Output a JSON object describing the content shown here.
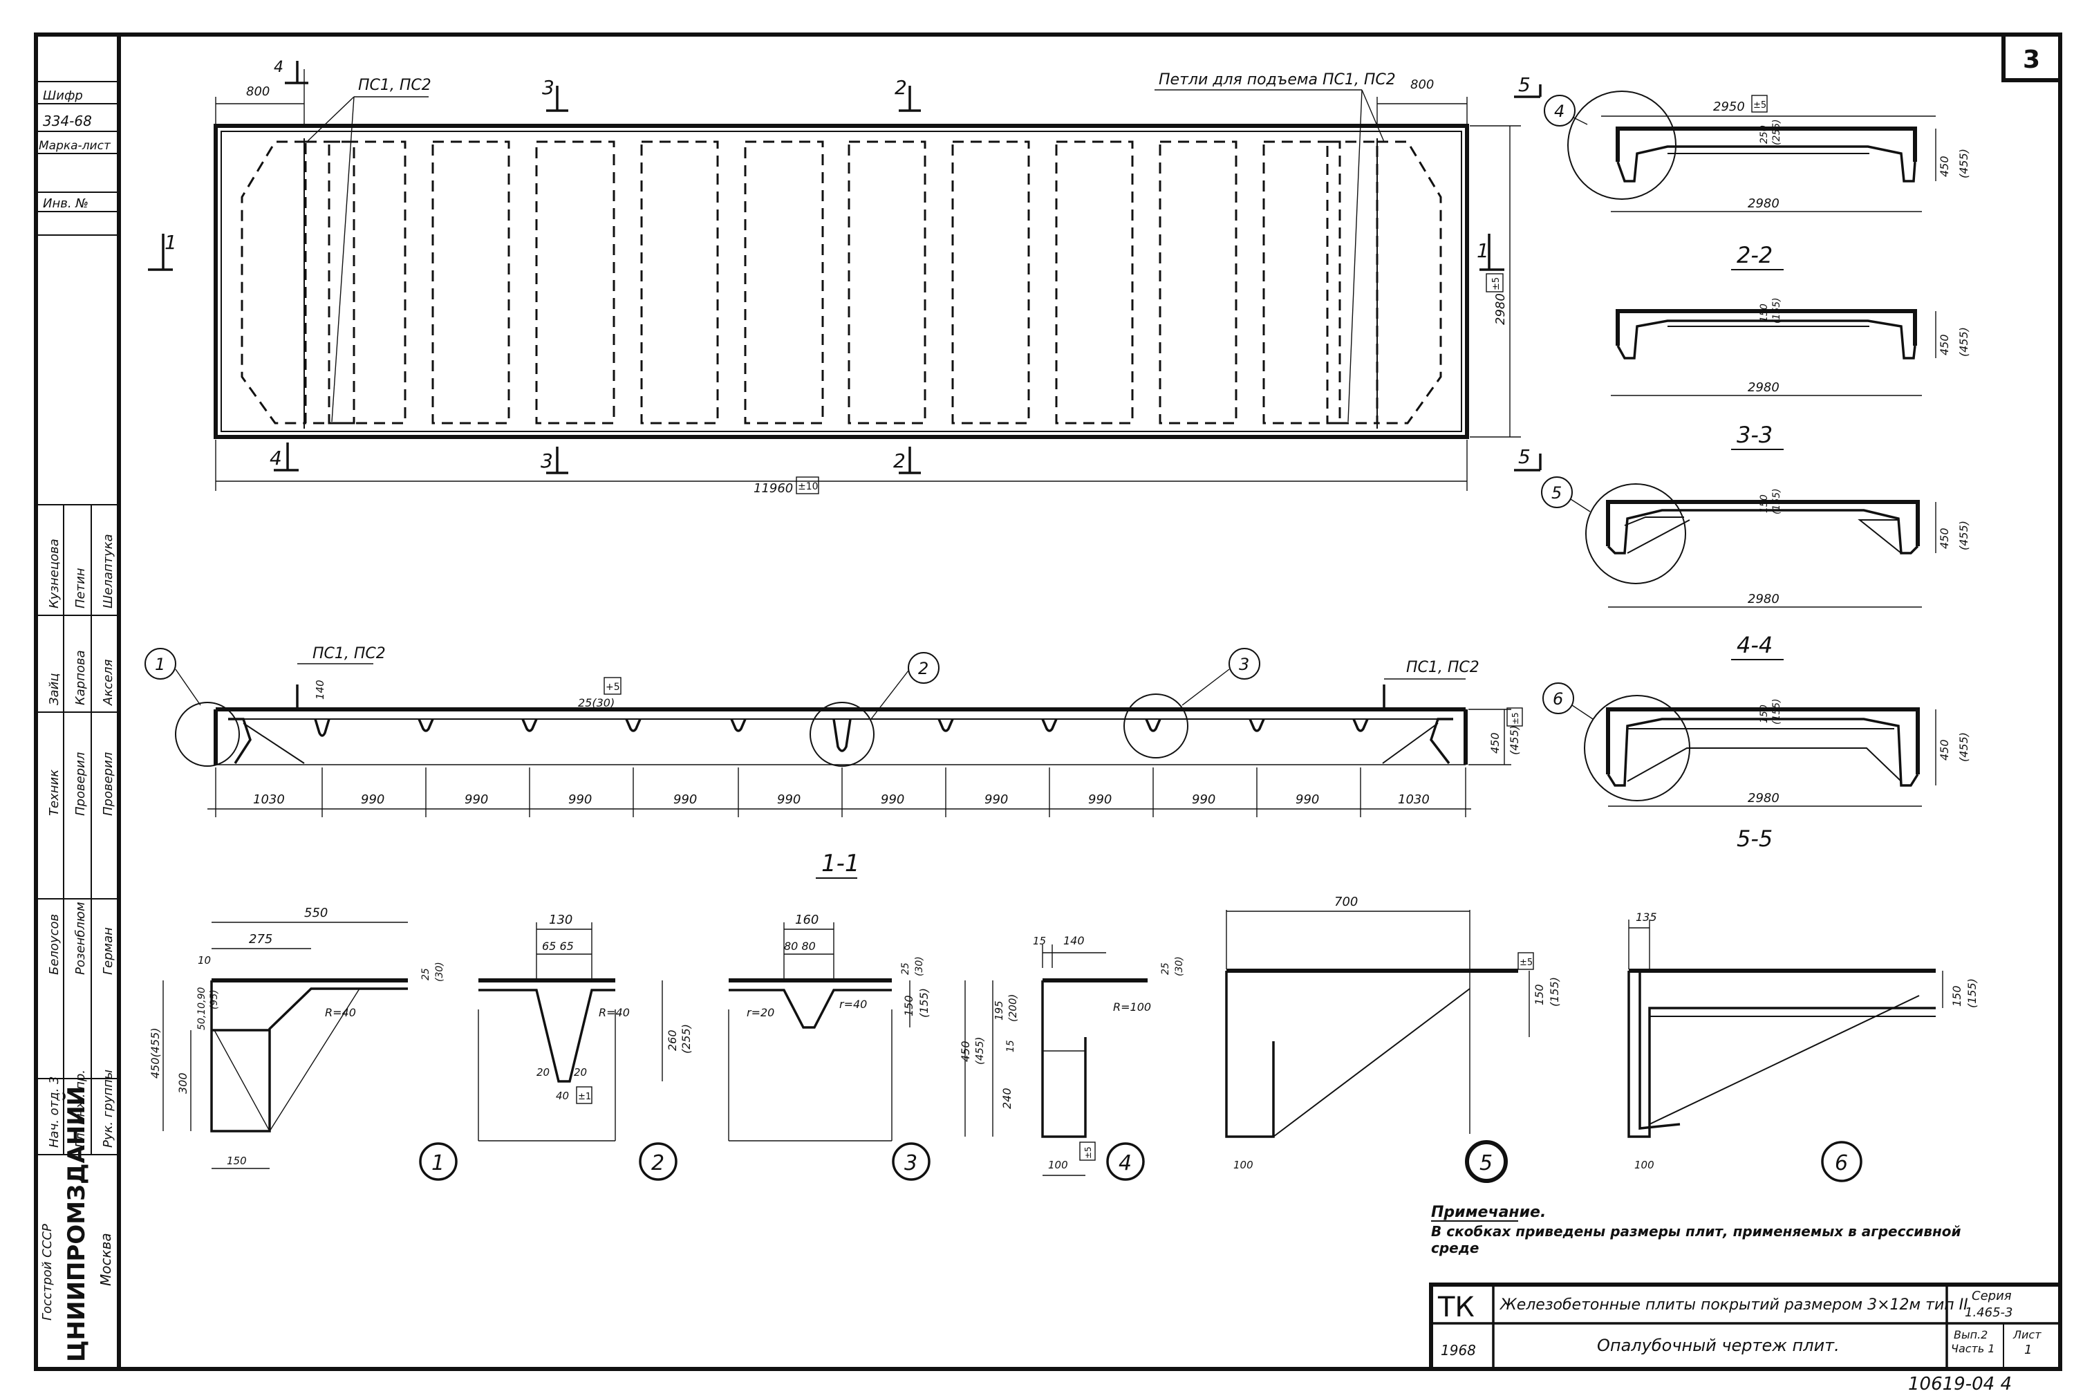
{
  "sheet_number": "3",
  "left_strip": {
    "cipher_label": "Шифр",
    "cipher_value": "334-68",
    "mark_label": "Марка-лист",
    "inv_label": "Инв. №",
    "org_line1": "Госстрой СССР",
    "org_name": "ЦНИИПРОМЗДАНИЙ",
    "org_city": "Москва",
    "roles": [
      "Нач. отд. 3",
      "Гл. инж. пр.",
      "Рук. группы",
      "Белоусов",
      "Розенблюм",
      "Герман",
      "Техник",
      "Проверил",
      "Проверил",
      "Зайц",
      "Карпова",
      "Акселя",
      "Кузнецова",
      "Петин",
      "Шелаптука"
    ]
  },
  "plan": {
    "callout_left": "ПС1, ПС2",
    "callout_right": "Петли для подъема ПС1, ПС2",
    "dim_800_left": "800",
    "dim_800_right": "800",
    "length": "11960",
    "length_tol": "±10",
    "width": "2980",
    "width_tol": "±5",
    "cut_4": "4",
    "cut_3": "3",
    "cut_2": "2",
    "cut_1": "1",
    "cut_5": "5"
  },
  "long_section": {
    "callout_left": "ПС1, ПС2",
    "callout_right": "ПС1, ПС2",
    "loop_height": "140",
    "flange": "25(30)",
    "flange_tol": "+5",
    "height": "450",
    "height_tol": "±5",
    "height_alt": "(455)",
    "spans": [
      "1030",
      "990",
      "990",
      "990",
      "990",
      "990",
      "990",
      "990",
      "990",
      "990",
      "990",
      "1030"
    ],
    "title": "1-1",
    "node_labels": [
      "1",
      "2",
      "3"
    ]
  },
  "cross_sections": [
    {
      "label": "2-2",
      "node": "4",
      "width": "2950",
      "width_tol": "±5",
      "bottom": "2980",
      "height": "450",
      "height_alt": "(455)",
      "flange": "250",
      "flange_alt": "(255)"
    },
    {
      "label": "3-3",
      "node": "",
      "width": "",
      "width_tol": "",
      "bottom": "2980",
      "height": "450",
      "height_alt": "(455)",
      "flange": "150",
      "flange_alt": "(155)"
    },
    {
      "label": "4-4",
      "node": "5",
      "width": "",
      "width_tol": "",
      "bottom": "2980",
      "height": "450",
      "height_alt": "(455)",
      "flange": "150",
      "flange_alt": "(155)"
    },
    {
      "label": "5-5",
      "node": "6",
      "width": "",
      "width_tol": "",
      "bottom": "2980",
      "height": "450",
      "height_alt": "(455)",
      "flange": "150",
      "flange_alt": "(155)"
    }
  ],
  "details": {
    "d1": {
      "num": "1",
      "w550": "550",
      "w275": "275",
      "d10": "10",
      "d25": "25",
      "d30": "(30)",
      "d50": "50,10,90",
      "d95": "(95)",
      "h450": "450(455)",
      "h300": "300",
      "r": "R=40",
      "w150": "150"
    },
    "d2": {
      "num": "2",
      "w130": "130",
      "w65": "65  65",
      "r": "R=40",
      "h260": "260",
      "h255": "(255)",
      "w20a": "20",
      "w20b": "20",
      "w40": "40",
      "tol": "±1"
    },
    "d3": {
      "num": "3",
      "w160": "160",
      "w80": "80  80",
      "d25": "25",
      "d30": "(30)",
      "h150": "150",
      "h155": "(155)",
      "r1": "r=20",
      "r2": "r=40"
    },
    "d4": {
      "num": "4",
      "w15": "15",
      "w140": "140",
      "d25": "25",
      "d30": "(30)",
      "h450": "450",
      "h455": "(455)",
      "h195": "195",
      "h200": "(200)",
      "d15": "15",
      "h240": "240",
      "r": "R=100",
      "w100": "100",
      "tol": "±5"
    },
    "d5": {
      "num": "5",
      "w700": "700",
      "tol": "±5",
      "h150": "150",
      "h155": "(155)",
      "w100": "100"
    },
    "d6": {
      "num": "6",
      "w135": "135",
      "h150": "150",
      "h155": "(155)",
      "w100": "100"
    }
  },
  "note": {
    "title": "Примечание.",
    "text_line1": "В скобках приведены размеры плит, применяемых  в агрессивной",
    "text_line2": "среде"
  },
  "title_block": {
    "tk": "ТК",
    "year": "1968",
    "title": "Железобетонные плиты покрытий размером 3×12м тип II",
    "subtitle": "Опалубочный чертеж плит.",
    "series_label": "Серия",
    "series_value": "1.465-3",
    "issue": "Вып.2",
    "part": "Часть 1",
    "sheet_label": "Лист",
    "sheet_value": "1"
  },
  "footer_code": "10619-04   4"
}
